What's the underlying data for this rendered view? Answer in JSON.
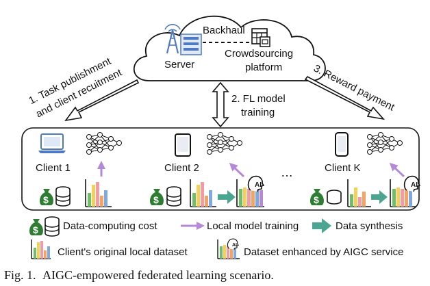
{
  "cloud": {
    "backhaul": "Backhaul",
    "server": "Server",
    "platform_line1": "Crowdsourcing",
    "platform_line2": "platform"
  },
  "steps": {
    "step1_line1": "1. Task publishment",
    "step1_line2": "and client recuitment",
    "step2_line1": "2. FL model",
    "step2_line2": "training",
    "step3": "3. Reward payment"
  },
  "clients": {
    "client1": "Client 1",
    "client2": "Client 2",
    "ellipsis": "…",
    "clientK": "Client K"
  },
  "legend": {
    "cost": "Data-computing cost",
    "local_training": "Local model training",
    "synthesis": "Data synthesis",
    "original_dataset": "Client's original local dataset",
    "enhanced_dataset": "Dataset enhanced by AIGC service"
  },
  "caption": {
    "fig": "Fig. 1.",
    "text": "AIGC-empowered federated learning scenario."
  },
  "colors": {
    "purple_arrow": "#b48ad6",
    "teal_arrow": "#4aa591",
    "money_green": "#2e7d32",
    "bar_colors": [
      "#6fbf6a",
      "#f2d15a",
      "#f29aa6",
      "#f4a460",
      "#7fa8e0",
      "#b48ad6"
    ]
  },
  "icons": [
    "cloud-icon",
    "server-tower-icon",
    "platform-grid-icon",
    "laptop-icon",
    "tablet-icon",
    "phone-icon",
    "neural-network-icon",
    "money-bag-icon",
    "database-icon",
    "bar-chart-icon",
    "ai-head-icon"
  ]
}
